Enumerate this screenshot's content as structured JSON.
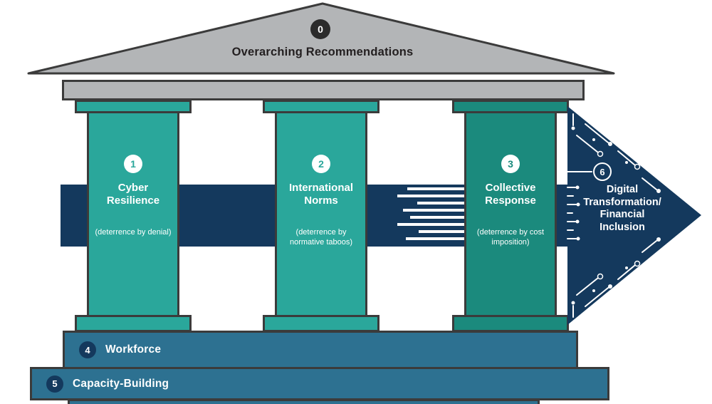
{
  "pediment": {
    "number": "0",
    "title": "Overarching Recommendations"
  },
  "pillars": [
    {
      "number": "1",
      "title": "Cyber Resilience",
      "subtitle": "(deterrence by denial)"
    },
    {
      "number": "2",
      "title": "International Norms",
      "subtitle": "(deterrence by normative taboos)"
    },
    {
      "number": "3",
      "title": "Collective Response",
      "subtitle": "(deterrence by cost imposition)"
    }
  ],
  "arrow": {
    "number": "6",
    "title": "Digital\nTransformation/\nFinancial\nInclusion"
  },
  "steps": [
    {
      "number": "4",
      "label": "Workforce"
    },
    {
      "number": "5",
      "label": "Capacity-Building"
    }
  ],
  "colors": {
    "teal": "#2AA79B",
    "teal_dark": "#1B8A7D",
    "navy": "#14395D",
    "gray": "#B3B5B7",
    "step_blue": "#2D7191",
    "outline": "#3B3B3B",
    "badge_dark": "#2B2B2B"
  }
}
